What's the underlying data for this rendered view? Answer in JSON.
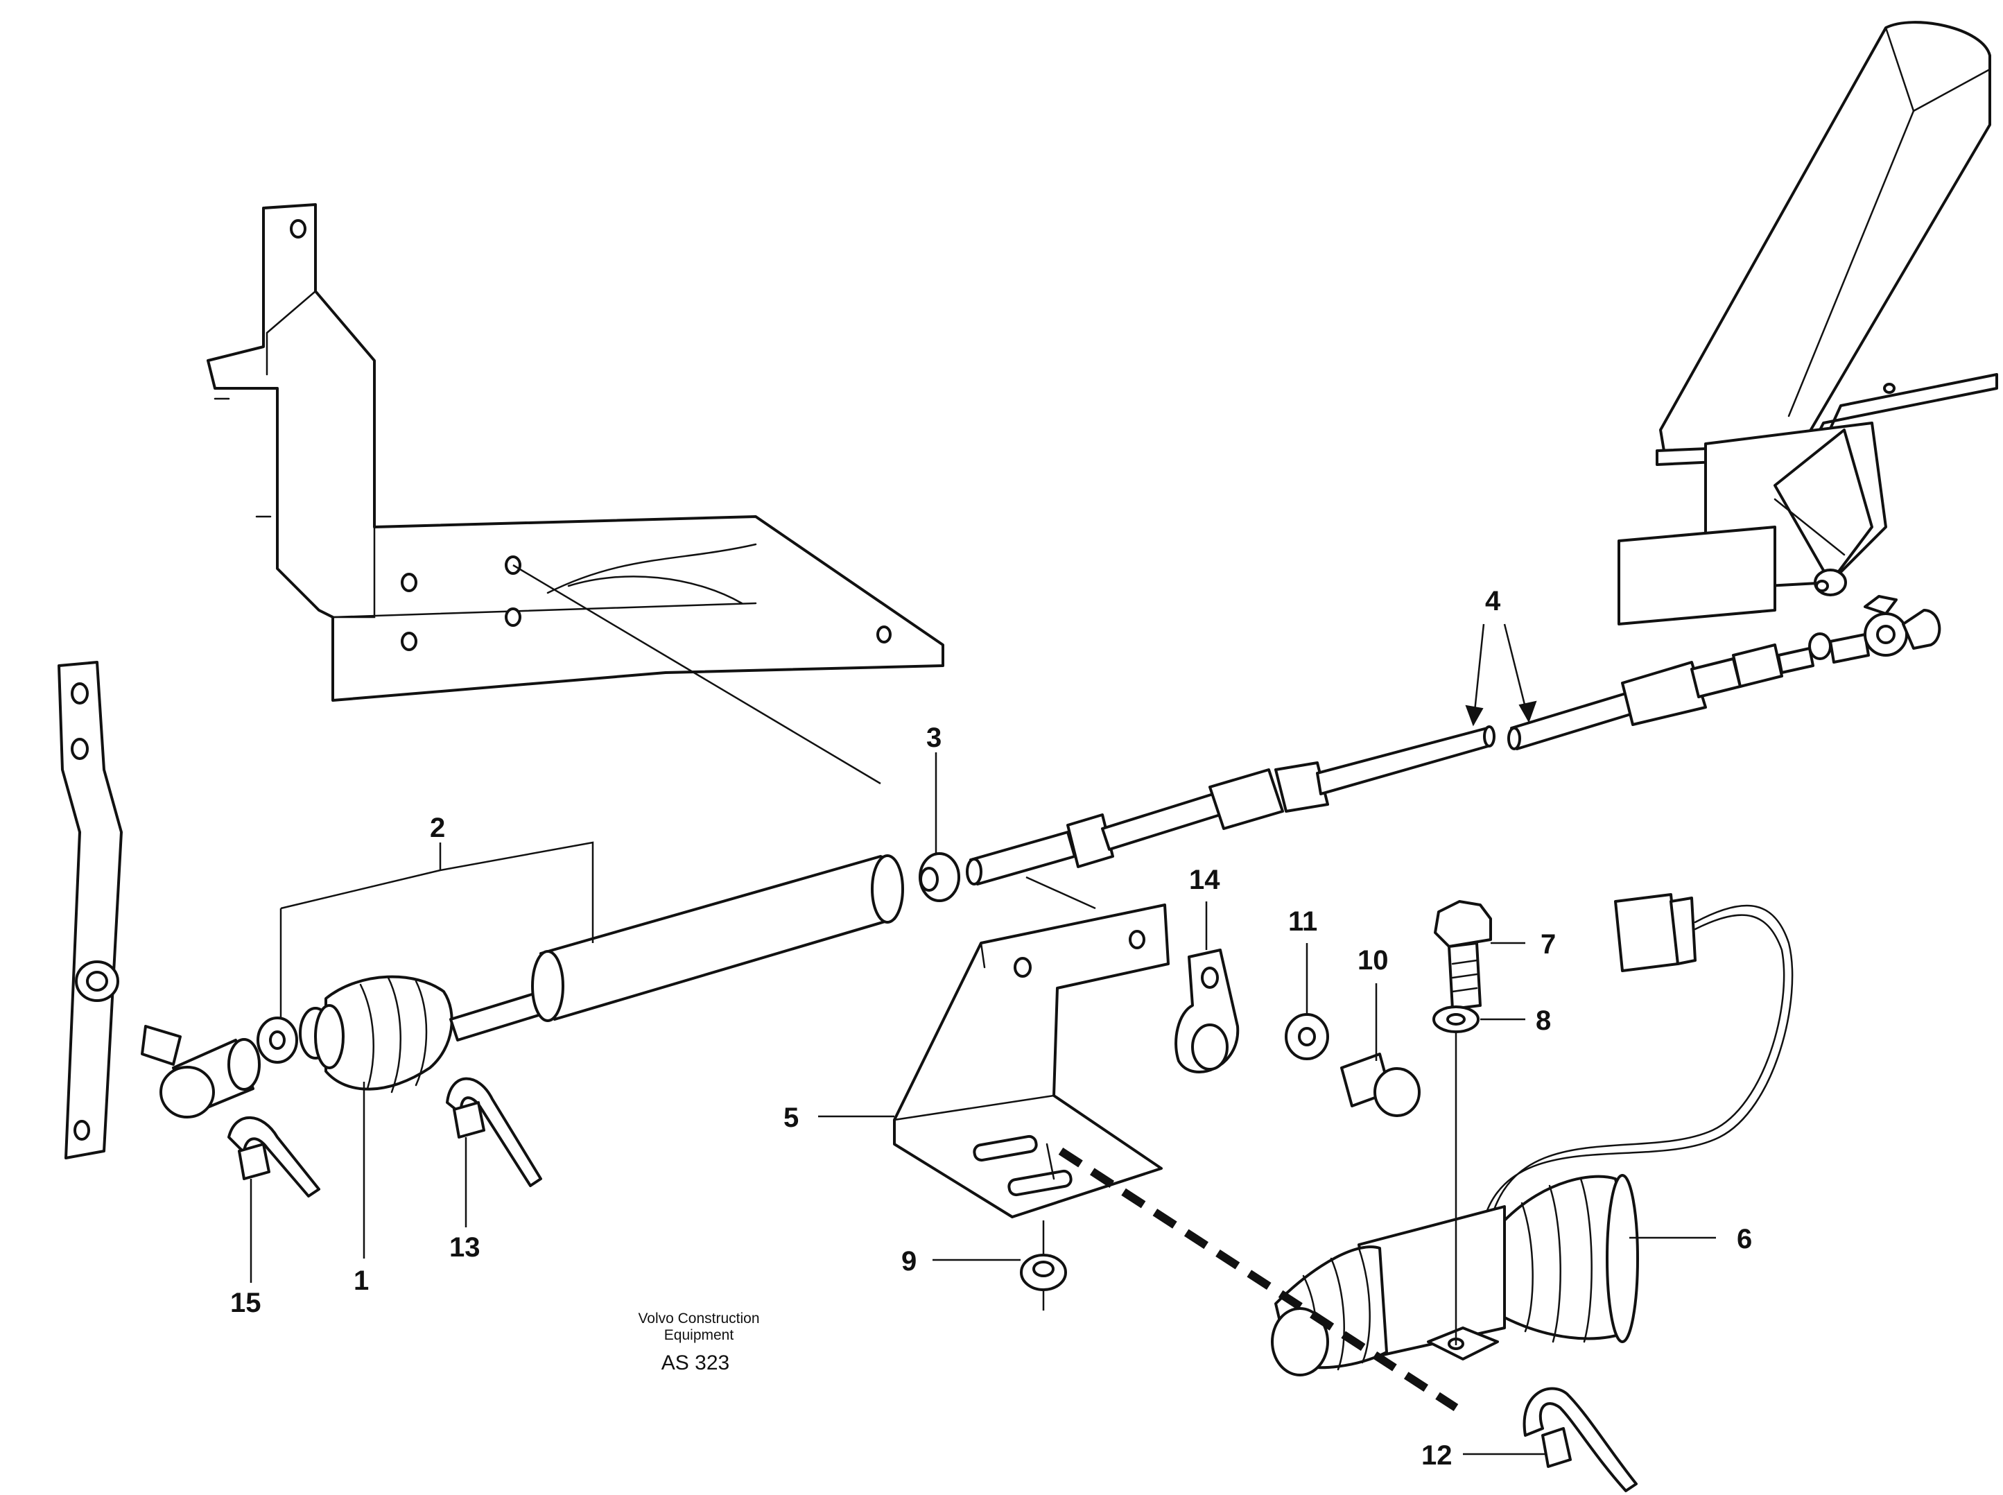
{
  "callouts": {
    "c1": "1",
    "c2": "2",
    "c3": "3",
    "c4": "4",
    "c5": "5",
    "c6": "6",
    "c7": "7",
    "c8": "8",
    "c9": "9",
    "c10": "10",
    "c11": "11",
    "c12": "12",
    "c13": "13",
    "c14": "14",
    "c15": "15"
  },
  "footer": {
    "company_line1": "Volvo Construction",
    "company_line2": "Equipment",
    "code": "AS 323"
  }
}
